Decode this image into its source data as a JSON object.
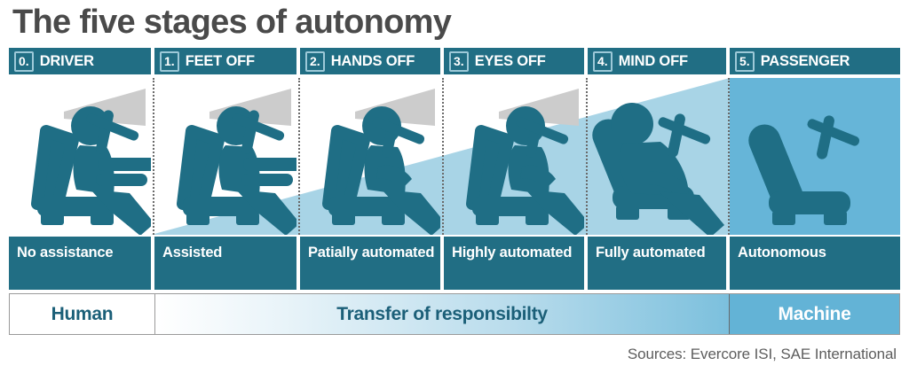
{
  "title": "The five stages of autonomy",
  "colors": {
    "teal_dark": "#216e84",
    "figure": "#1f6e85",
    "band_light": "#a8d4e6",
    "stage5_blue": "#66b5d8",
    "vision_cone": "#cccccc",
    "title_gray": "#4a4a4a",
    "sources_gray": "#5d5d5d"
  },
  "stages": [
    {
      "number": "0.",
      "name": "DRIVER",
      "label": "No assistance",
      "figure": "driver-hands-on-wheel",
      "has_vision_cone": true,
      "has_person": true,
      "wheel_attached": true
    },
    {
      "number": "1.",
      "name": "FEET OFF",
      "label": "Assisted",
      "figure": "driver-hands-on-wheel",
      "has_vision_cone": true,
      "has_person": true,
      "wheel_attached": true
    },
    {
      "number": "2.",
      "name": "HANDS OFF",
      "label": "Patially automated",
      "figure": "driver-hands-off",
      "has_vision_cone": true,
      "has_person": true,
      "wheel_attached": false
    },
    {
      "number": "3.",
      "name": "EYES OFF",
      "label": "Highly automated",
      "figure": "driver-hands-off",
      "has_vision_cone": true,
      "has_person": true,
      "wheel_attached": false
    },
    {
      "number": "4.",
      "name": "MIND OFF",
      "label": "Fully automated",
      "figure": "driver-reclined",
      "has_vision_cone": false,
      "has_person": true,
      "wheel_attached": false
    },
    {
      "number": "5.",
      "name": "PASSENGER",
      "label": "Autonomous",
      "figure": "empty-seat",
      "has_vision_cone": false,
      "has_person": false,
      "wheel_attached": false
    }
  ],
  "responsibility": {
    "human": "Human",
    "transfer": "Transfer of responsibilty",
    "machine": "Machine"
  },
  "sources": "Sources: Evercore ISI, SAE International"
}
